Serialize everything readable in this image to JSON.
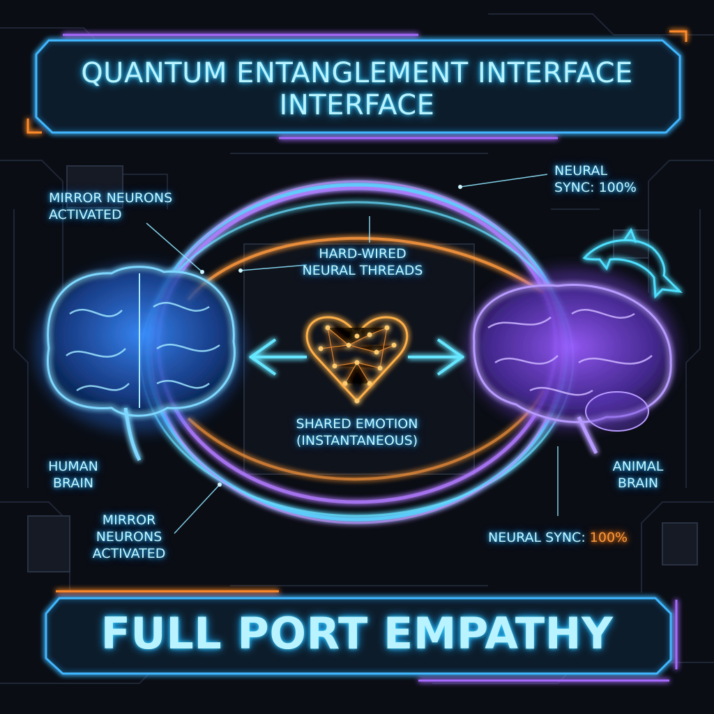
{
  "title": {
    "line1": "QUANTUM ENTANGLEMENT INTERFACE",
    "line2": "INTERFACE"
  },
  "labels": {
    "mirror_top": [
      "MIRROR NEURONS",
      "ACTIVATED"
    ],
    "neural_sync_top": [
      "NEURAL",
      "SYNC: 100%"
    ],
    "threads": [
      "HARD-WIRED",
      "NEURAL THREADS"
    ],
    "shared_emotion": [
      "SHARED EMOTION",
      "(INSTANTANEOUS)"
    ],
    "human_brain": [
      "HUMAN",
      "BRAIN"
    ],
    "animal_brain": [
      "ANIMAL",
      "BRAIN"
    ],
    "mirror_bottom": [
      "MIRROR",
      "NEURONS",
      "ACTIVATED"
    ],
    "neural_sync_bottom_prefix": "NEURAL SYNC: ",
    "neural_sync_bottom_value": "100%"
  },
  "footer": {
    "text": "FULL PORT EMPATHY"
  },
  "icons": {
    "left_brain": "human-brain-icon",
    "right_brain": "animal-brain-icon",
    "heart": "network-heart-icon",
    "dolphin": "dolphin-icon",
    "arrows": "bidirectional-arrow-icon"
  },
  "colors": {
    "background": "#0a0d14",
    "cyan_glow": "#39d6ff",
    "violet_glow": "#a66bff",
    "orange_accent": "#ff9a3d"
  }
}
